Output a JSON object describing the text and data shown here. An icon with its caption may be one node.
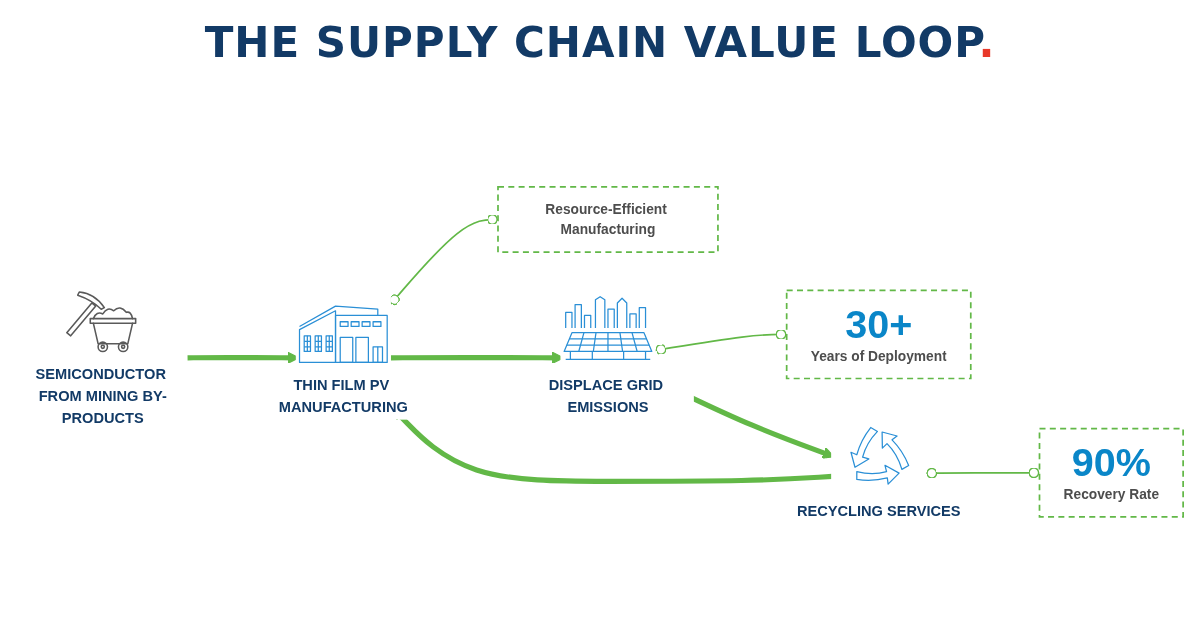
{
  "diagram": {
    "title": "THE SUPPLY CHAIN VALUE LOOP.",
    "nodes": [
      {
        "text": [
          "SEMICONDUCTOR FROM MINING BY-PRODUCTS"
        ]
      },
      {
        "text": [
          "THIN FILM PV MANUFACTURING"
        ]
      },
      {
        "text": [
          "Resource-Efficient Manufacturing"
        ]
      },
      {
        "text": [
          "DISPLACE GRID EMISSIONS"
        ]
      },
      {
        "text": [
          "30+",
          "Years of Deployment"
        ]
      },
      {
        "text": [
          "RECYCLING SERVICES"
        ]
      },
      {
        "text": [
          "90%",
          "Recovery Rate"
        ]
      }
    ],
    "edges": [
      {
        "from": 0,
        "to": 1,
        "arrow": "to"
      },
      {
        "from": 1,
        "to": 3,
        "arrow": "to"
      },
      {
        "from": 3,
        "to": 5,
        "arrow": "to"
      },
      {
        "from": 5,
        "to": 1,
        "arrow": "to"
      },
      {
        "from": 1,
        "to": 2,
        "arrow": "other"
      },
      {
        "from": 3,
        "to": 4,
        "arrow": "other"
      },
      {
        "from": 5,
        "to": 6,
        "arrow": "other"
      }
    ]
  }
}
